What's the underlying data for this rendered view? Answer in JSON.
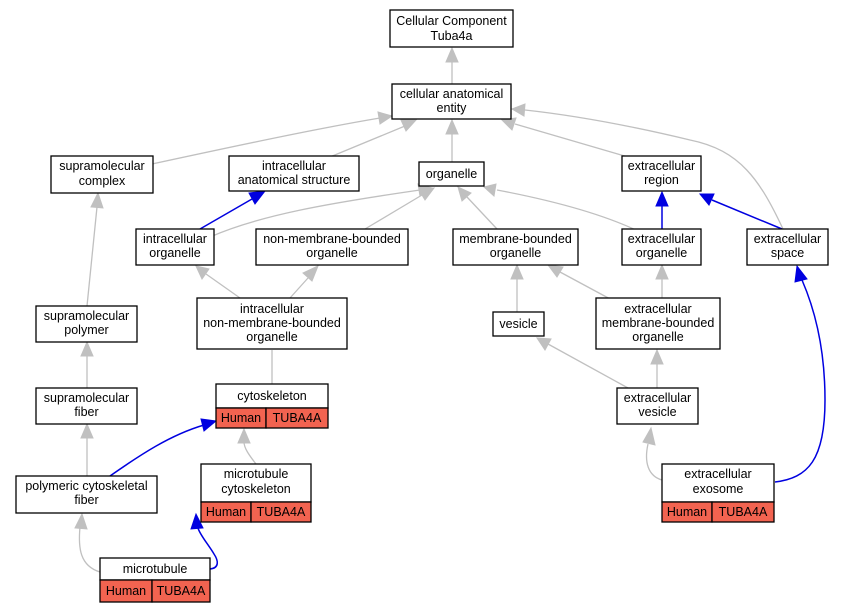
{
  "colors": {
    "edge_default": "#c0c0c0",
    "edge_highlight": "#0000e0",
    "annotation_fill": "#f26350",
    "node_fill": "#ffffff",
    "node_border": "#000000"
  },
  "nodes": {
    "root": {
      "lines": [
        "Cellular Component",
        "Tuba4a"
      ]
    },
    "cae": {
      "lines": [
        "cellular anatomical",
        "entity"
      ]
    },
    "supcomplex": {
      "lines": [
        "supramolecular",
        "complex"
      ]
    },
    "ias": {
      "lines": [
        "intracellular",
        "anatomical structure"
      ]
    },
    "organelle": {
      "lines": [
        "organelle"
      ]
    },
    "exregion": {
      "lines": [
        "extracellular",
        "region"
      ]
    },
    "intraorg": {
      "lines": [
        "intracellular",
        "organelle"
      ]
    },
    "nmbo": {
      "lines": [
        "non-membrane-bounded",
        "organelle"
      ]
    },
    "mbo": {
      "lines": [
        "membrane-bounded",
        "organelle"
      ]
    },
    "exorg": {
      "lines": [
        "extracellular",
        "organelle"
      ]
    },
    "exspace": {
      "lines": [
        "extracellular",
        "space"
      ]
    },
    "suppolymer": {
      "lines": [
        "supramolecular",
        "polymer"
      ]
    },
    "inmbo": {
      "lines": [
        "intracellular",
        "non-membrane-bounded",
        "organelle"
      ]
    },
    "vesicle": {
      "lines": [
        "vesicle"
      ]
    },
    "exmbo": {
      "lines": [
        "extracellular",
        "membrane-bounded",
        "organelle"
      ]
    },
    "supfiber": {
      "lines": [
        "supramolecular",
        "fiber"
      ]
    },
    "cytoskeleton": {
      "lines": [
        "cytoskeleton"
      ],
      "tags": [
        "Human",
        "TUBA4A"
      ]
    },
    "exvesicle": {
      "lines": [
        "extracellular",
        "vesicle"
      ]
    },
    "pcf": {
      "lines": [
        "polymeric cytoskeletal",
        "fiber"
      ]
    },
    "mtcyto": {
      "lines": [
        "microtubule",
        "cytoskeleton"
      ],
      "tags": [
        "Human",
        "TUBA4A"
      ]
    },
    "exosome": {
      "lines": [
        "extracellular",
        "exosome"
      ],
      "tags": [
        "Human",
        "TUBA4A"
      ]
    },
    "microtubule": {
      "lines": [
        "microtubule"
      ],
      "tags": [
        "Human",
        "TUBA4A"
      ]
    }
  }
}
